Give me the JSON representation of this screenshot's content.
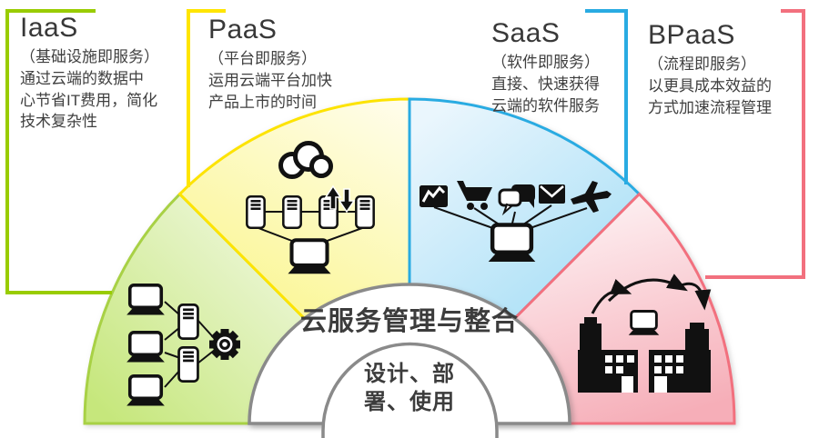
{
  "labels": [
    {
      "title": "IaaS",
      "body": "（基础设施即服务）\n通过云端的数据中\n心节省IT费用，简化\n技术复杂性",
      "accent": "#99cc00"
    },
    {
      "title": "PaaS",
      "body": "（平台即服务）\n运用云端平台加快\n产品上市的时间",
      "accent": "#ffe500"
    },
    {
      "title": "SaaS",
      "body": "（软件即服务）\n直接、快速获得\n云端的软件服务",
      "accent": "#29abe2"
    },
    {
      "title": "BPaaS",
      "body": "（流程即服务）\n以更具成本效益的\n方式加速流程管理",
      "accent": "#f2707e"
    }
  ],
  "center": {
    "title": "云服务管理与整合",
    "subtitle": "设计、部\n署、使用",
    "text_color": "#3c3c3c",
    "ring_color": "#8a8a8a"
  },
  "segments": {
    "iaas": {
      "stroke": "#a8d145",
      "fill_light": "#f0f8e0",
      "fill_dark": "#c6e77c",
      "icons": [
        "laptop-icon",
        "server-icon",
        "gear-icon"
      ]
    },
    "paas": {
      "stroke": "#fde300",
      "fill_light": "#fffdea",
      "fill_dark": "#fbf79e",
      "icons": [
        "cloud-icon",
        "server-icon",
        "up-arrow-icon",
        "down-arrow-icon",
        "laptop-icon"
      ]
    },
    "saas": {
      "stroke": "#29abe2",
      "fill_light": "#eaf6fd",
      "fill_dark": "#aee1f7",
      "icons": [
        "chart-icon",
        "cart-icon",
        "chat-icon",
        "mail-icon",
        "plane-icon",
        "laptop-icon"
      ]
    },
    "bpaas": {
      "stroke": "#f2707e",
      "fill_light": "#fdeff1",
      "fill_dark": "#f6aeb8",
      "icons": [
        "curved-arrow-icon",
        "laptop-icon",
        "building-icon"
      ]
    }
  },
  "icon_color": "#111111"
}
